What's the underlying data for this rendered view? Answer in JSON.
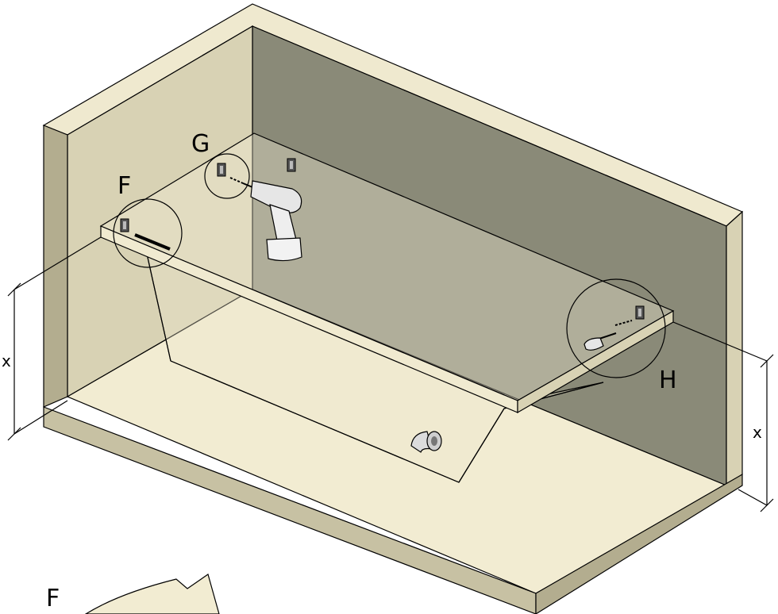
{
  "labels": {
    "detail_f": "F",
    "detail_g": "G",
    "detail_h": "H",
    "detail_f_bottom": "F"
  },
  "dimensions": {
    "left_height": "x",
    "right_height": "x"
  },
  "colors": {
    "back_wall": "#8a8a78",
    "left_wall_face": "#d8d2b4",
    "left_wall_edge": "#b3ad8f",
    "floor": "#f2ecd2",
    "floor_edge": "#c7c1a3",
    "wall_top": "#efe9cf",
    "hood": "#f0ead0"
  },
  "icons": [
    "drill-icon",
    "wall-bracket-icon",
    "screw-icon",
    "screwdriver-icon",
    "elbow-pipe-icon"
  ]
}
